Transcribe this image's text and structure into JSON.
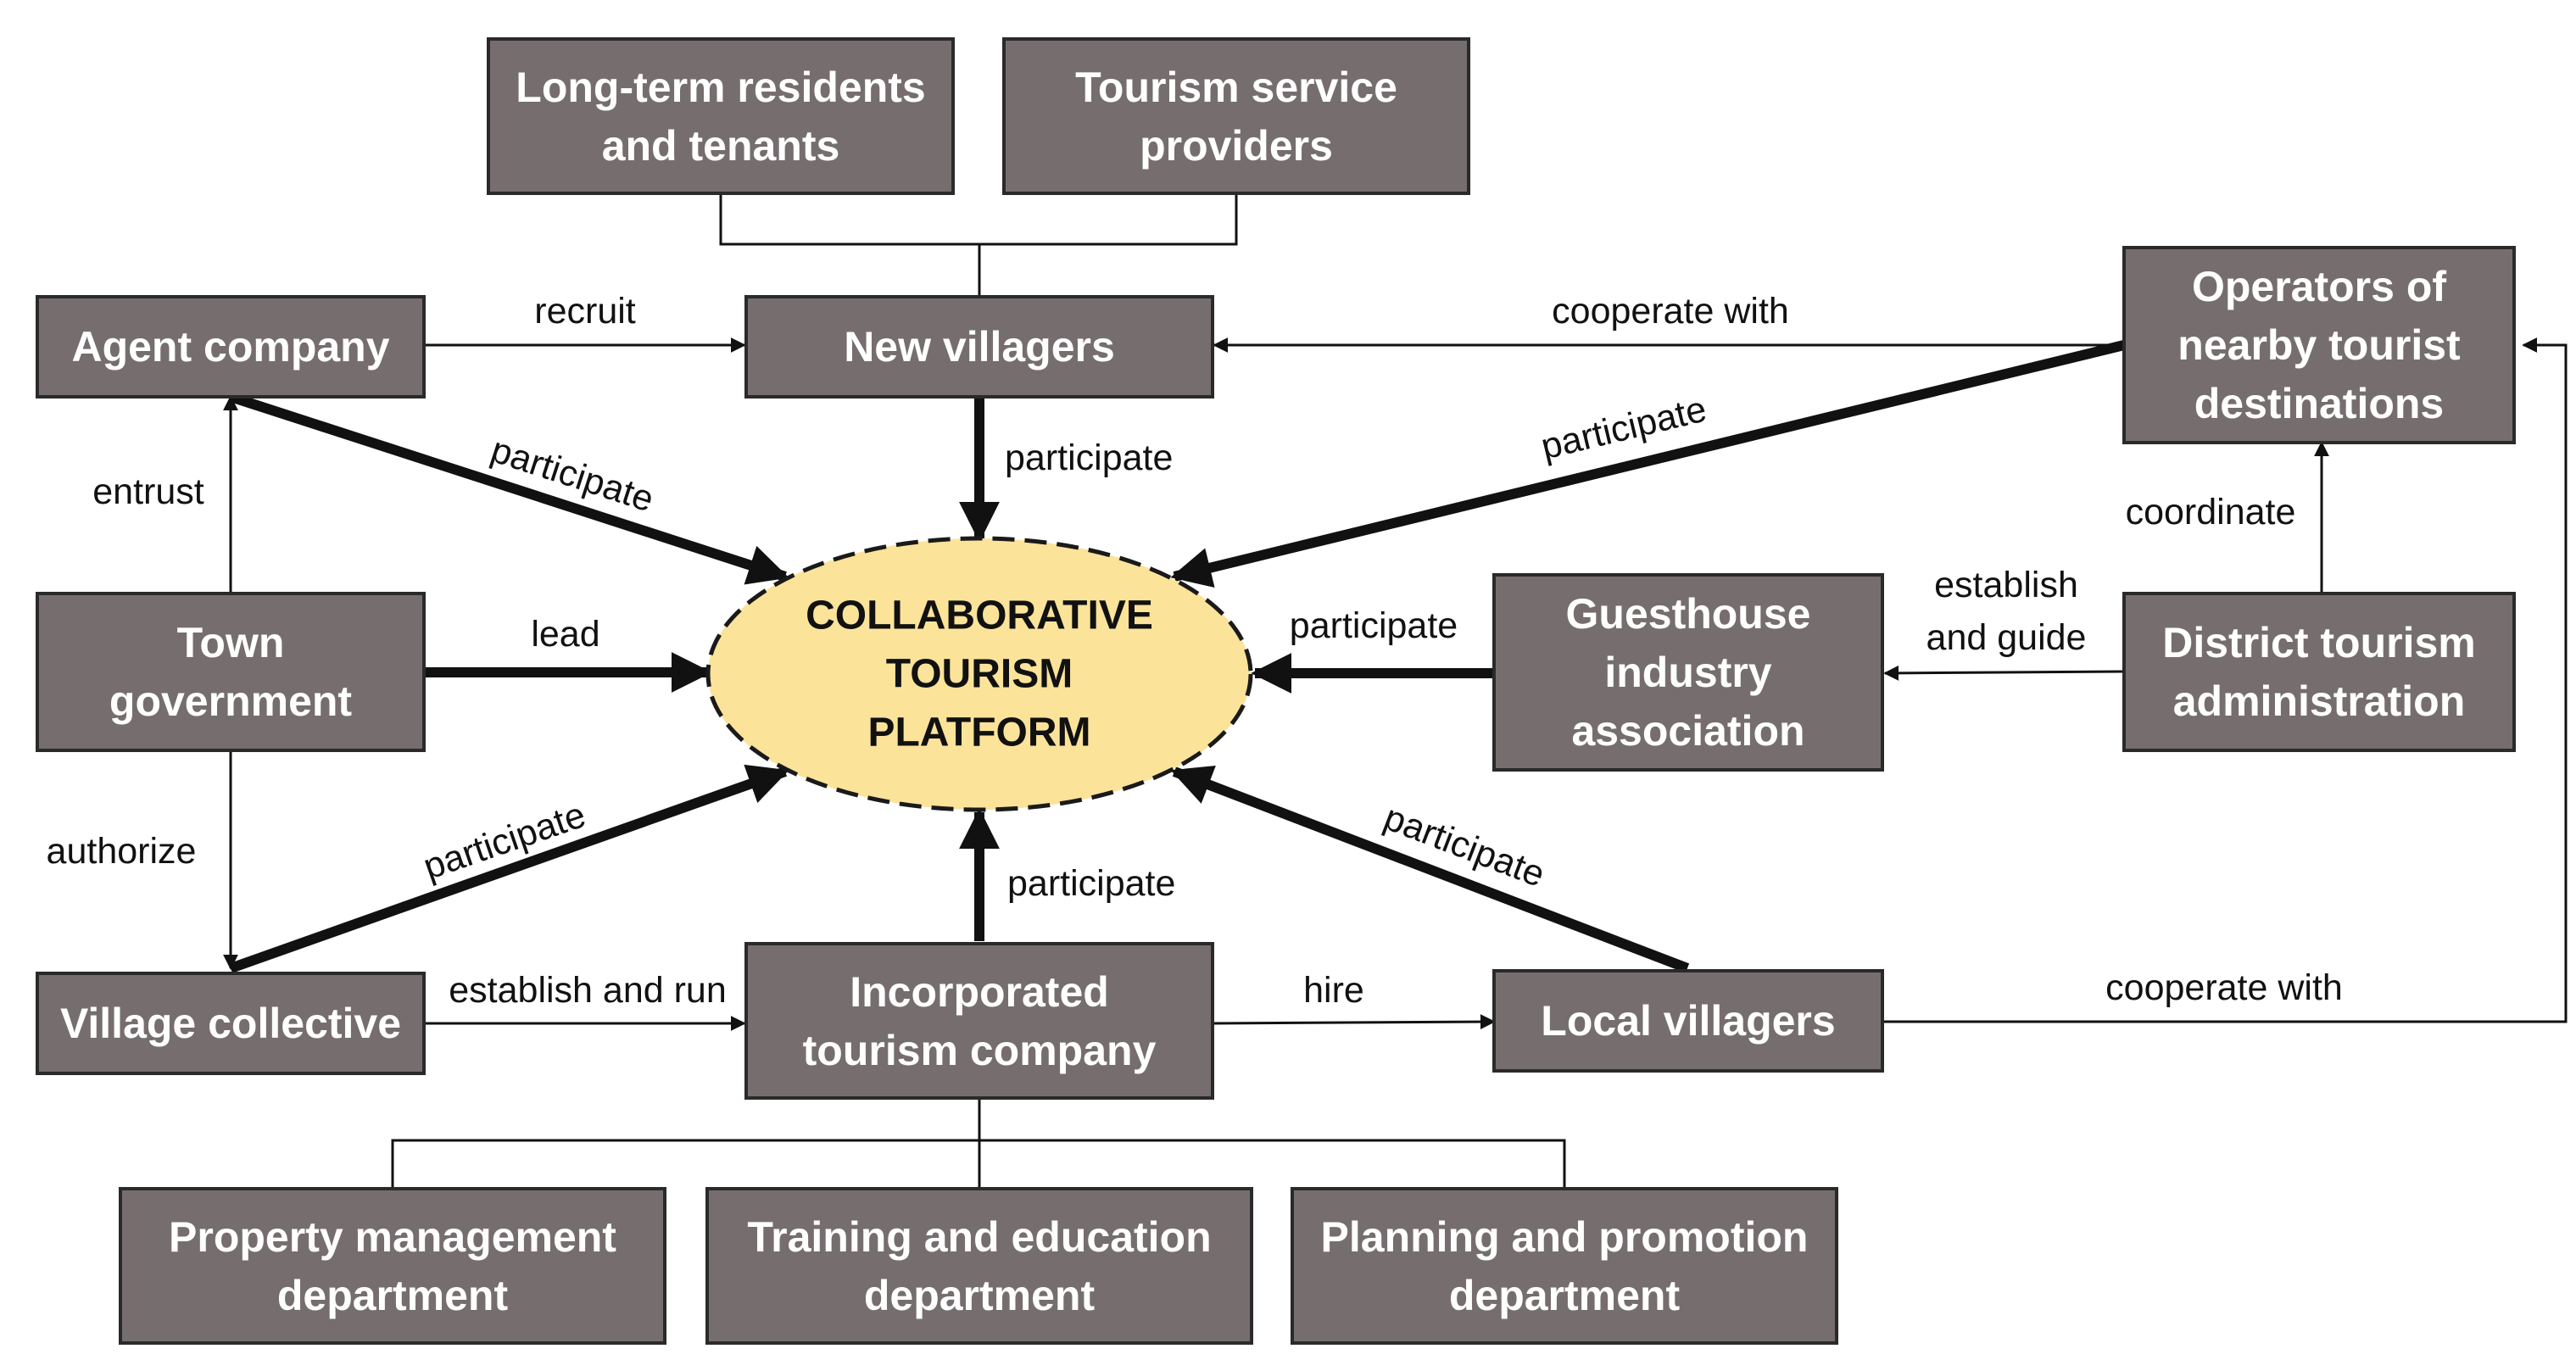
{
  "center": {
    "lines": [
      "COLLABORATIVE",
      "TOURISM",
      "PLATFORM"
    ]
  },
  "nodes": {
    "long_term_residents": [
      "Long-term residents",
      "and tenants"
    ],
    "tourism_service_providers": [
      "Tourism service",
      "providers"
    ],
    "agent_company": [
      "Agent company"
    ],
    "new_villagers": [
      "New villagers"
    ],
    "operators_nearby": [
      "Operators of",
      "nearby tourist",
      "destinations"
    ],
    "town_government": [
      "Town",
      "government"
    ],
    "guesthouse_association": [
      "Guesthouse",
      "industry",
      "association"
    ],
    "district_tourism_admin": [
      "District tourism",
      "administration"
    ],
    "village_collective": [
      "Village collective"
    ],
    "incorporated_company": [
      "Incorporated",
      "tourism company"
    ],
    "local_villagers": [
      "Local villagers"
    ],
    "property_dept": [
      "Property management",
      "department"
    ],
    "training_dept": [
      "Training and education",
      "department"
    ],
    "planning_dept": [
      "Planning and promotion",
      "department"
    ]
  },
  "edge_labels": {
    "recruit": "recruit",
    "cooperate_with_top": "cooperate with",
    "participate_agent": "participate",
    "participate_new": "participate",
    "participate_operators": "participate",
    "entrust": "entrust",
    "coordinate": "coordinate",
    "lead": "lead",
    "participate_guesthouse": "participate",
    "establish_guide_1": "establish",
    "establish_guide_2": "and guide",
    "authorize": "authorize",
    "participate_village": "participate",
    "participate_incorporated": "participate",
    "participate_local": "participate",
    "establish_run": "establish and run",
    "hire": "hire",
    "cooperate_with_bottom": "cooperate with"
  }
}
